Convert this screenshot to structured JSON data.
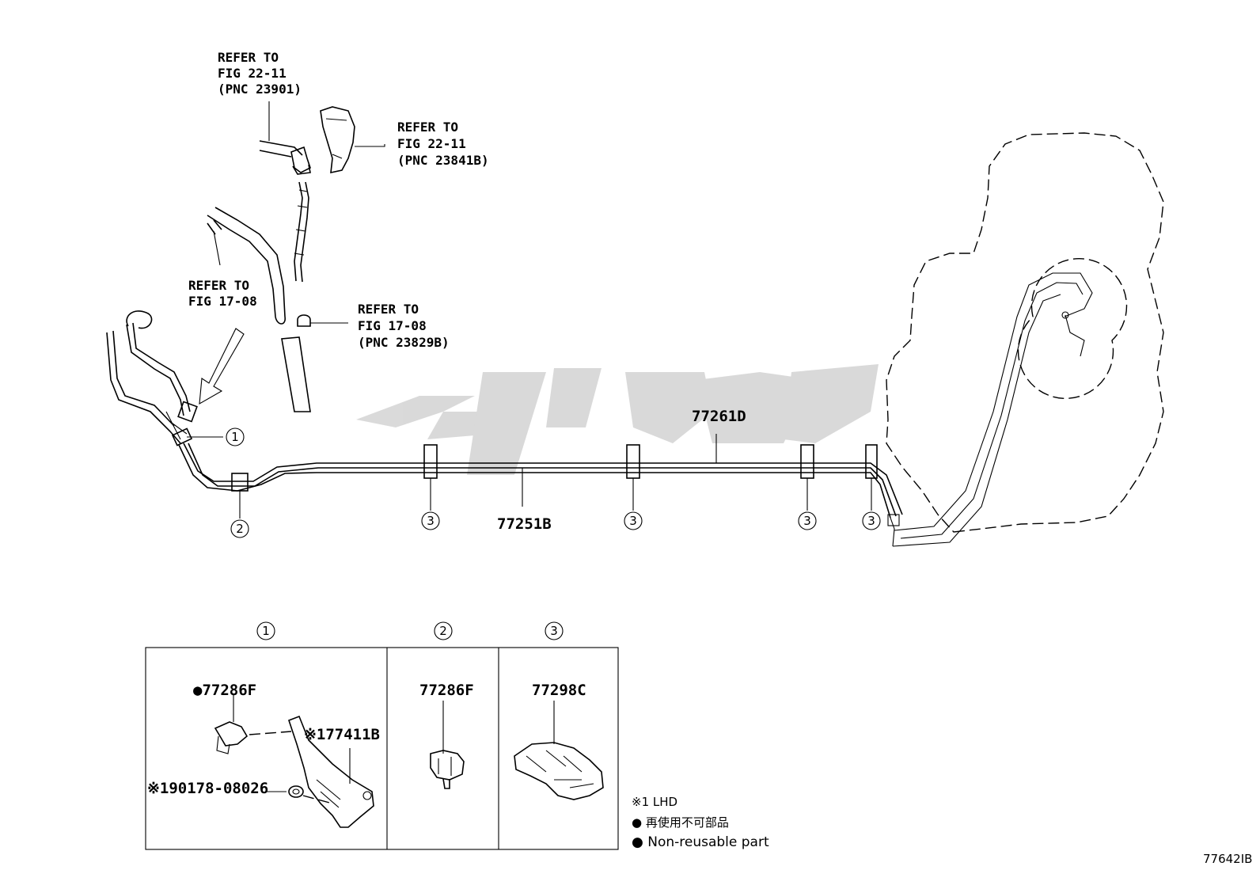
{
  "references": {
    "top_left": [
      "REFER TO",
      "FIG 22-11",
      "(PNC 23901)"
    ],
    "top_right": [
      "REFER TO",
      "FIG 22-11",
      "(PNC 23841B)"
    ],
    "mid_left": [
      "REFER TO",
      "FIG 17-08"
    ],
    "mid_right": [
      "REFER TO",
      "FIG 17-08",
      "(PNC 23829B)"
    ]
  },
  "callouts": {
    "c1": "1",
    "c2": "2",
    "c3": "3"
  },
  "parts": {
    "tube_upper": "77261D",
    "tube_lower": "77251B"
  },
  "detail": {
    "panel1": {
      "label": "1",
      "part_a": "●77286F",
      "part_b": "※177411B",
      "part_c": "※190178-08026"
    },
    "panel2": {
      "label": "2",
      "part": "77286F"
    },
    "panel3": {
      "label": "3",
      "part": "77298C"
    }
  },
  "legend": {
    "note1": "※1 LHD",
    "note2": "● 再使用不可部品",
    "note3": "● Non-reusable part"
  },
  "figure_id": "77642IB",
  "watermark": {
    "color": "#d0d0d0"
  }
}
